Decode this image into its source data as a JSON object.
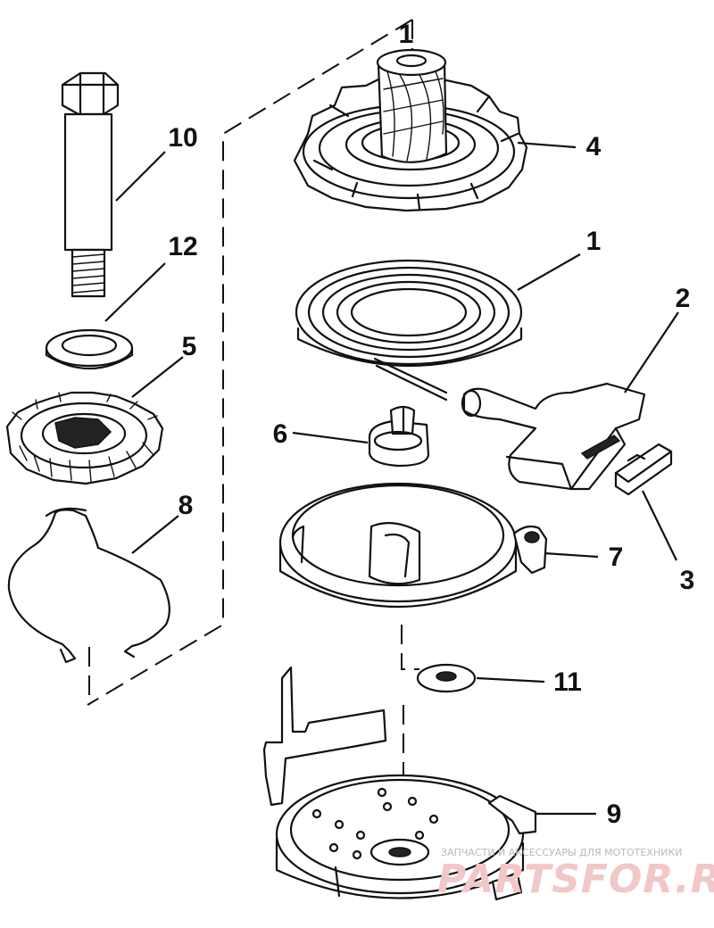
{
  "parts": {
    "p1_top": "1",
    "p4": "4",
    "p10": "10",
    "p1": "1",
    "p2": "2",
    "p12": "12",
    "p5": "5",
    "p6": "6",
    "p3": "3",
    "p8": "8",
    "p7": "7",
    "p11": "11",
    "p9": "9"
  },
  "watermark": {
    "caption": "ЗАПЧАСТИ И АКСЕССУАРЫ ДЛЯ МОТОТЕХНИКИ",
    "site": "PARTSFOR.RU"
  },
  "colors": {
    "line": "#111111",
    "watermark_site": "#f2c7c7",
    "watermark_caption": "#b9b9b9"
  }
}
